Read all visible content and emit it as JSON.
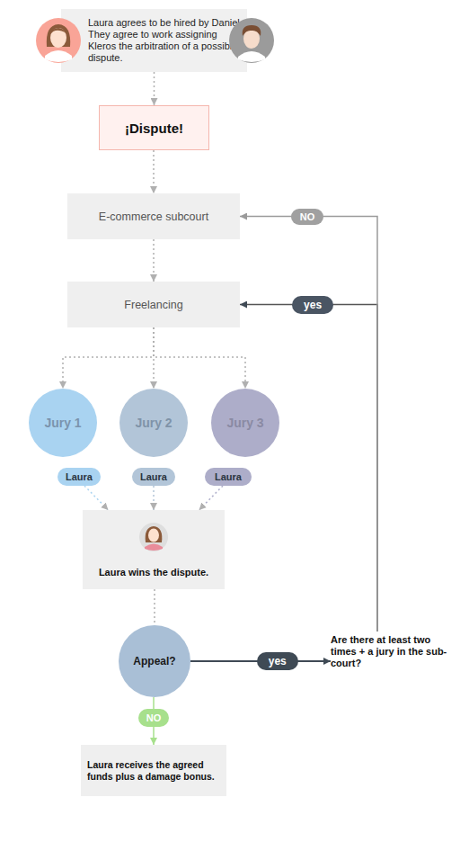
{
  "diagram": {
    "nodes": [
      {
        "text": [
          "Laura agrees to be hired by Daniel. They agree to work assigning Kleros the arbitration of a possible dispute."
        ]
      },
      {
        "text": [
          "¡Dispute!"
        ]
      },
      {
        "text": [
          "E-commerce subcourt"
        ]
      },
      {
        "text": [
          "Freelancing"
        ]
      },
      {
        "text": [
          "Jury 1"
        ]
      },
      {
        "text": [
          "Jury 2"
        ]
      },
      {
        "text": [
          "Jury 3"
        ]
      },
      {
        "text": [
          "Laura"
        ]
      },
      {
        "text": [
          "Laura"
        ]
      },
      {
        "text": [
          "Laura"
        ]
      },
      {
        "text": [
          "Laura wins the dispute."
        ]
      },
      {
        "text": [
          "Appeal?"
        ]
      },
      {
        "text": [
          "Are there at least two times + a jury in the sub-court?"
        ]
      },
      {
        "text": [
          "Laura receives the agreed funds plus a damage bonus."
        ]
      }
    ],
    "edges": [
      {
        "from": 0,
        "to": 1,
        "arrow": "to"
      },
      {
        "from": 1,
        "to": 2,
        "arrow": "to"
      },
      {
        "from": 2,
        "to": 3,
        "arrow": "to"
      },
      {
        "from": 3,
        "to": 4,
        "arrow": "to"
      },
      {
        "from": 3,
        "to": 5,
        "arrow": "to"
      },
      {
        "from": 3,
        "to": 6,
        "arrow": "to"
      },
      {
        "from": 7,
        "to": 10,
        "arrow": "to"
      },
      {
        "from": 8,
        "to": 10,
        "arrow": "to"
      },
      {
        "from": 9,
        "to": 10,
        "arrow": "to"
      },
      {
        "from": 10,
        "to": 11,
        "arrow": "none"
      },
      {
        "from": 11,
        "to": 12,
        "label": "yes",
        "arrow": "to"
      },
      {
        "from": 12,
        "to": 3,
        "label": "yes",
        "arrow": "to"
      },
      {
        "from": 12,
        "to": 2,
        "label": "NO",
        "arrow": "to"
      },
      {
        "from": 11,
        "to": 13,
        "label": "NO",
        "arrow": "to"
      }
    ]
  }
}
